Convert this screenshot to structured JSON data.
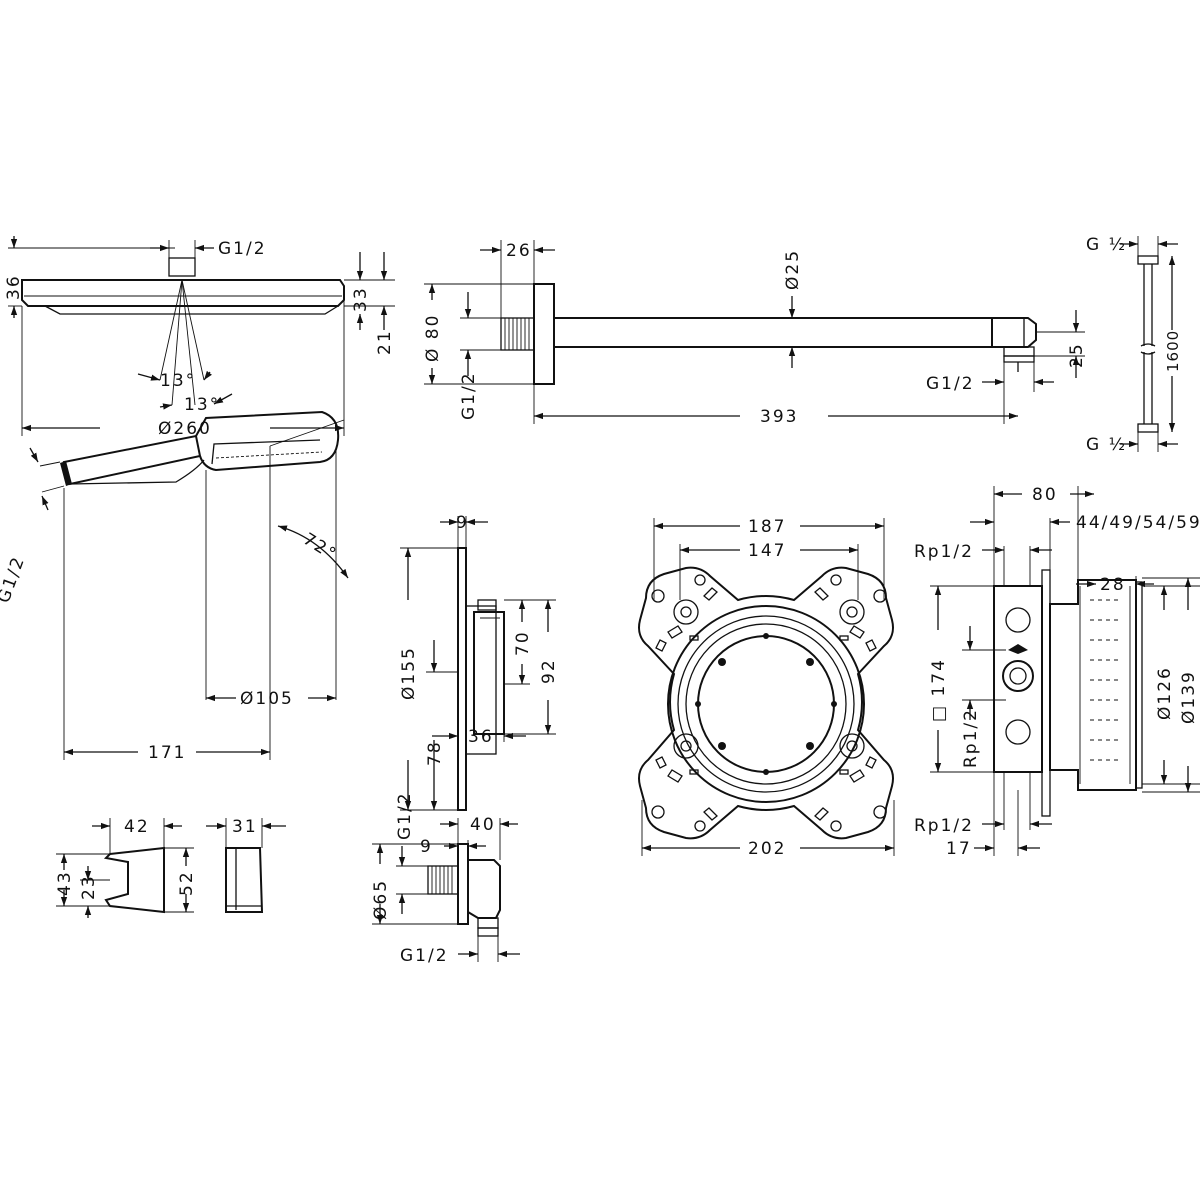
{
  "head_shower": {
    "connection": "G1/2",
    "height_total": "36",
    "height_body": "33",
    "height_edge": "21",
    "angle_a": "13°",
    "angle_b": "13°",
    "diameter": "Ø260"
  },
  "shower_arm": {
    "flange_depth": "26",
    "flange_diameter": "Ø 80",
    "wall_thread": "G1/2",
    "tube_diameter": "Ø25",
    "drop": "25",
    "outlet_thread": "G1/2",
    "length": "393"
  },
  "hose": {
    "top_thread": "G ½",
    "bottom_thread": "G ½",
    "length": "1600"
  },
  "hand_shower": {
    "angle": "72°",
    "thread": "G1/2",
    "head_diameter": "Ø105",
    "length": "171"
  },
  "trim_plate": {
    "thickness": "9",
    "diameter": "Ø155",
    "offset_lower": "78",
    "module_inner": "70",
    "module_outer": "92",
    "depth": "36"
  },
  "mounting_frame": {
    "width_outer": "187",
    "hole_spacing": "147",
    "width_total": "202"
  },
  "basic_set": {
    "depth": "80",
    "trim_options": "44/49/54/59",
    "inlet_top": "Rp1/2",
    "sleeve": "28",
    "square": "□ 174",
    "outlet": "Rp1/2",
    "inlet_bottom": "Rp1/2",
    "wall_offset": "17",
    "inner_diameter": "Ø126",
    "outer_diameter": "Ø139"
  },
  "wall_outlet": {
    "depth": "40",
    "thread_top": "G1/2",
    "offset": "9",
    "diameter": "Ø65",
    "thread_bottom": "G1/2"
  },
  "holder": {
    "width": "42",
    "height": "52",
    "upper": "43",
    "lower": "23",
    "bracket_width": "31"
  }
}
